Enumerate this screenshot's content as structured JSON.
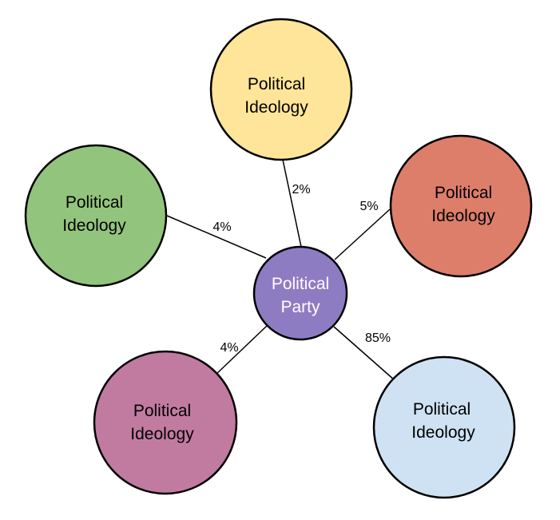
{
  "center": {
    "line1": "Political",
    "line2": "Party",
    "color": "#8e7cc3"
  },
  "nodes": [
    {
      "line1": "Political",
      "line2": "Ideology",
      "color": "#ffe599",
      "percent": "2%"
    },
    {
      "line1": "Political",
      "line2": "Ideology",
      "color": "#93c47d",
      "percent": "4%"
    },
    {
      "line1": "Political",
      "line2": "Ideology",
      "color": "#dd7e6b",
      "percent": "5%"
    },
    {
      "line1": "Political",
      "line2": "Ideology",
      "color": "#c27ba0",
      "percent": "4%"
    },
    {
      "line1": "Political",
      "line2": "Ideology",
      "color": "#cfe2f3",
      "percent": "85%"
    }
  ]
}
